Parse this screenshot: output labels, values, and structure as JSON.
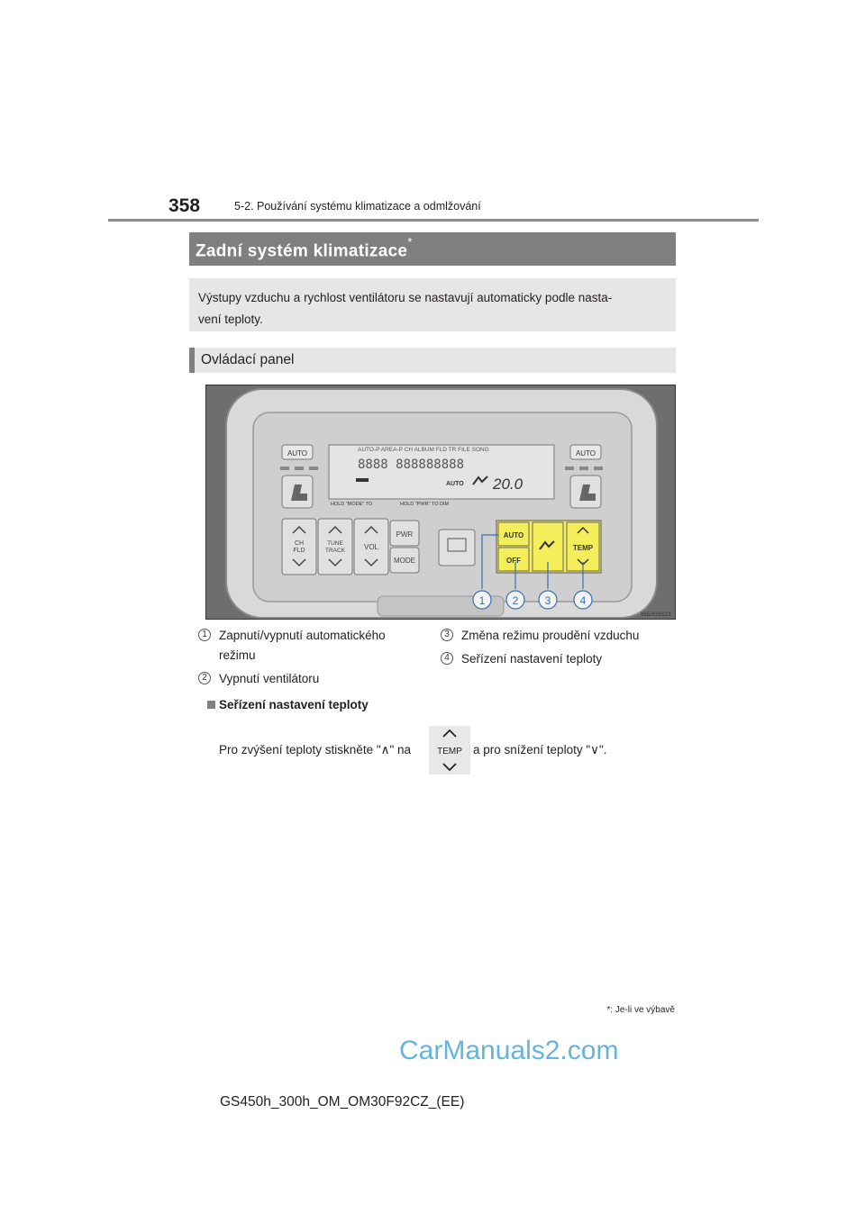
{
  "header": {
    "page_number": "358",
    "chapter": "5-2. Používání systému klimatizace a odmlžování"
  },
  "title": {
    "text": "Zadní systém klimatizace",
    "mark": "*"
  },
  "intro": {
    "line1": "Výstupy vzduchu a rychlost ventilátoru se nastavují automaticky podle nasta-",
    "line2": "vení teploty."
  },
  "section": {
    "title": "Ovládací panel"
  },
  "figure": {
    "code": "IN52GS121",
    "left_buttons": {
      "auto": "AUTO"
    },
    "right_buttons": {
      "auto": "AUTO"
    },
    "display": {
      "top_line": "AUTO-P AREA-P  CH  ALBUM FLD TR FILE SONG",
      "auto": "AUTO",
      "temp": "20.0",
      "hint_left": "HOLD \"MODE\" TO",
      "hint_right": "HOLD \"PWR\" TO  DIM"
    },
    "buttons": {
      "ch_fld_1": "CH",
      "ch_fld_2": "FLD",
      "tune_1": "TUNE",
      "tune_2": "TRACK",
      "vol": "VOL",
      "pwr": "PWR",
      "mode": "MODE",
      "auto": "AUTO",
      "off": "OFF",
      "temp": "TEMP"
    },
    "callouts": [
      "1",
      "2",
      "3",
      "4"
    ]
  },
  "legend": [
    {
      "num": "1",
      "line1": "Zapnutí/vypnutí automatického",
      "line2": "režimu"
    },
    {
      "num": "2",
      "line1": "Vypnutí ventilátoru"
    },
    {
      "num": "3",
      "line1": "Změna režimu proudění vzduchu"
    },
    {
      "num": "4",
      "line1": "Seřízení nastavení teploty"
    }
  ],
  "subsection": {
    "title": "Seřízení nastavení teploty"
  },
  "instruction": {
    "before": "Pro zvýšení teploty stiskněte \"∧\" na",
    "after": "a pro snížení teploty \"∨\".",
    "icon_label": "TEMP"
  },
  "footnote": {
    "mark": "*",
    "text": ": Je-li ve výbavě"
  },
  "doc_code": "GS450h_300h_OM_OM30F92CZ_(EE)",
  "watermark": "CarManuals2.com",
  "colors": {
    "title_bar": "#7f7f7f",
    "light_box": "#e6e6e6",
    "highlight": "#f4ee5a",
    "callout_blue": "#3a6fb0"
  }
}
